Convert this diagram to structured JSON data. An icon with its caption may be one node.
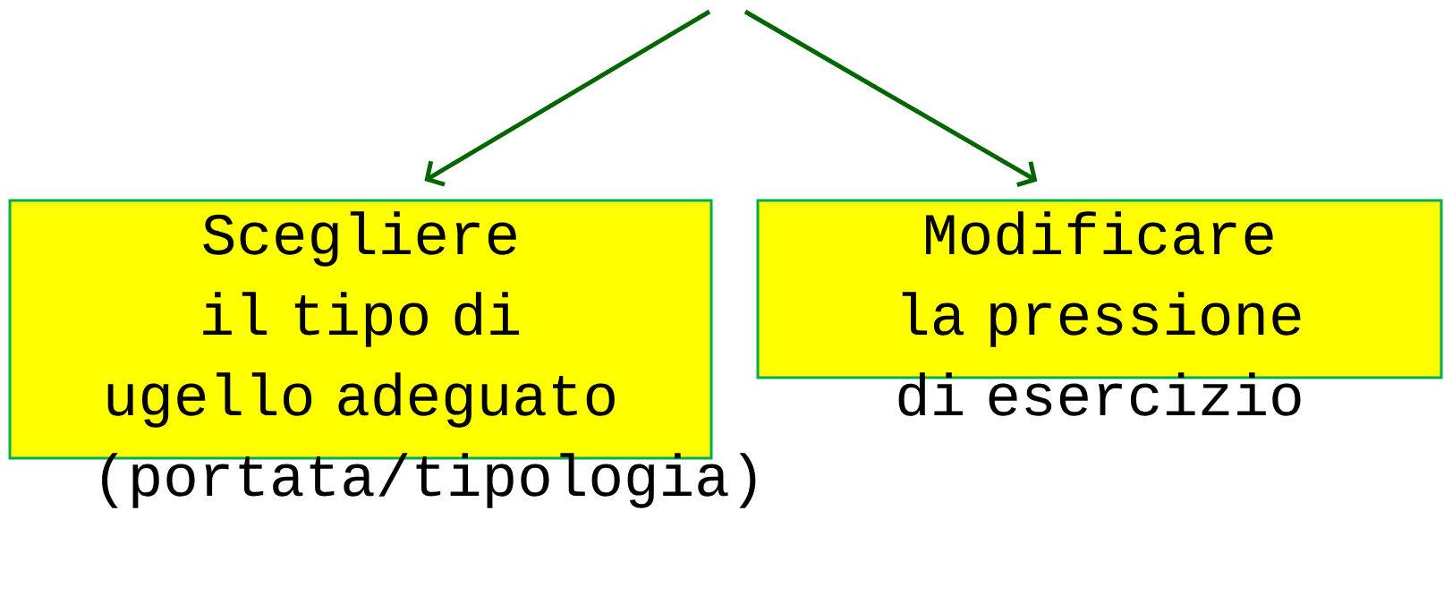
{
  "diagram": {
    "nodes": [
      {
        "text": [
          "Scegliere il tipo di ugello adeguato (portata/tipologia)"
        ]
      },
      {
        "text": [
          "Modificare la pressione di esercizio"
        ]
      }
    ],
    "edges": [
      {
        "from": null,
        "to": 0,
        "arrow": "to",
        "color": "#006600"
      },
      {
        "from": null,
        "to": 1,
        "arrow": "to",
        "color": "#006600"
      }
    ]
  }
}
